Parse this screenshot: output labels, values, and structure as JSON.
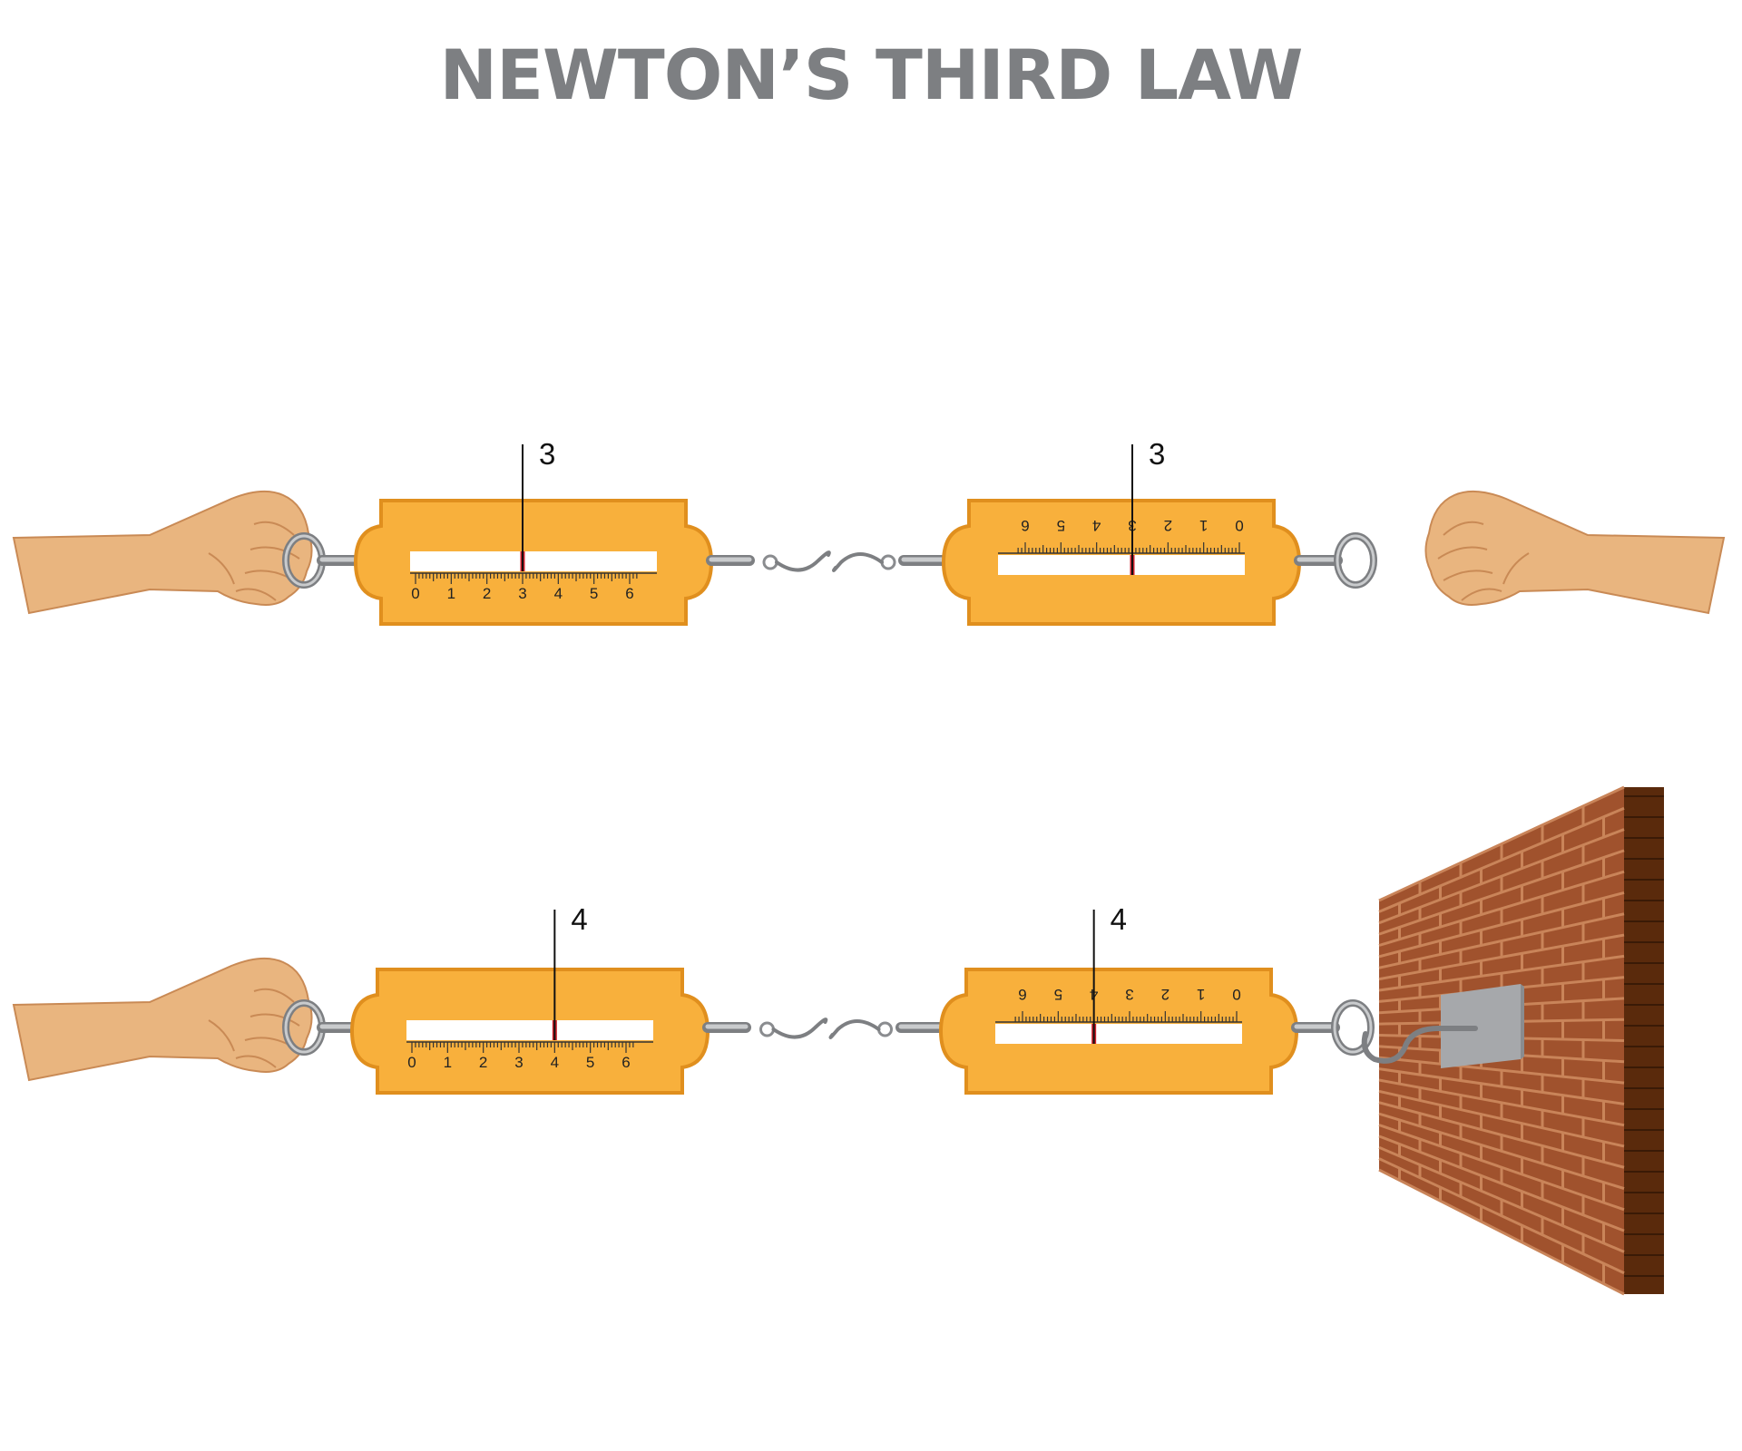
{
  "title": "NEWTON’S THIRD LAW",
  "scale_numbers": [
    "0",
    "1",
    "2",
    "3",
    "4",
    "5",
    "6"
  ],
  "rows": [
    {
      "id": "top",
      "left_reading": "3",
      "right_reading": "3",
      "left_value": 3,
      "right_value": 3,
      "right_anchor": "hand"
    },
    {
      "id": "bottom",
      "left_reading": "4",
      "right_reading": "4",
      "left_value": 4,
      "right_value": 4,
      "right_anchor": "brick-wall"
    }
  ],
  "colors": {
    "title": "#7d7f82",
    "scale_body": "#f8b03c",
    "scale_edge": "#e08f1e",
    "skin": "#e9b57f",
    "skin_line": "#c98a55",
    "metal": "#a7a9ac",
    "pointer": "#d0212c",
    "brick": "#a0522d",
    "mortar": "#c98459",
    "wall_side": "#5a2a0c",
    "plate": "#a6a8ab"
  }
}
